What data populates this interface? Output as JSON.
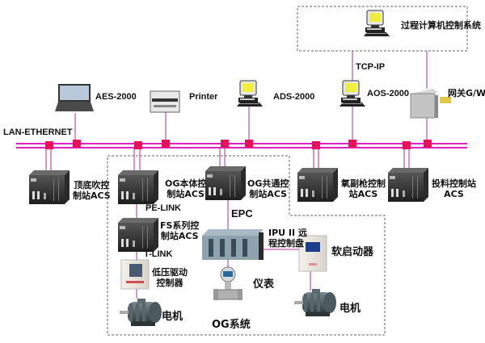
{
  "diagram": {
    "network": {
      "bus_label": "LAN-ETHERNET",
      "bus_color": "#e020c0",
      "node_color": "#e8105a",
      "link_color": "#c060b0"
    },
    "top_nodes": [
      {
        "id": "aes",
        "label": "AES-2000",
        "icon": "laptop-icon"
      },
      {
        "id": "printer",
        "label": "Printer",
        "icon": "printer-icon"
      },
      {
        "id": "ads",
        "label": "ADS-2000",
        "icon": "workstation-icon"
      },
      {
        "id": "aos",
        "label": "AOS-2000",
        "icon": "workstation-icon"
      },
      {
        "id": "gateway",
        "label": "网关G/W",
        "icon": "gateway-icon"
      }
    ],
    "process_system": {
      "label": "过程计算机控制系统",
      "link_label": "TCP-IP"
    },
    "stations": [
      {
        "id": "dingdi",
        "label_line1": "顶底吹控",
        "label_line2": "制站ACS"
      },
      {
        "id": "og_body",
        "label_line1": "OG本体控",
        "label_line2": "制站ACS"
      },
      {
        "id": "og_common",
        "label_line1": "OG共通控",
        "label_line2": "制站ACS"
      },
      {
        "id": "oxygen_lance",
        "label_line1": "氧副枪控制",
        "label_line2": "站ACS"
      },
      {
        "id": "feeding",
        "label_line1": "投料控制站",
        "label_line2": "ACS"
      }
    ],
    "og_system": {
      "title": "OG系统",
      "pe_link": "PE-LINK",
      "fs_station": {
        "label_line1": "FS系列控",
        "label_line2": "制站ACS"
      },
      "t_link": "T-LINK",
      "lv_drive": {
        "label_line1": "低压驱动",
        "label_line2": "控制器"
      },
      "motor1": "电机",
      "epc": "EPC",
      "ipu": {
        "label_line1": "IPU II 远",
        "label_line2": "程控制盘"
      },
      "instrument": "仪表",
      "soft_starter": "软启动器",
      "motor2": "电机"
    }
  }
}
